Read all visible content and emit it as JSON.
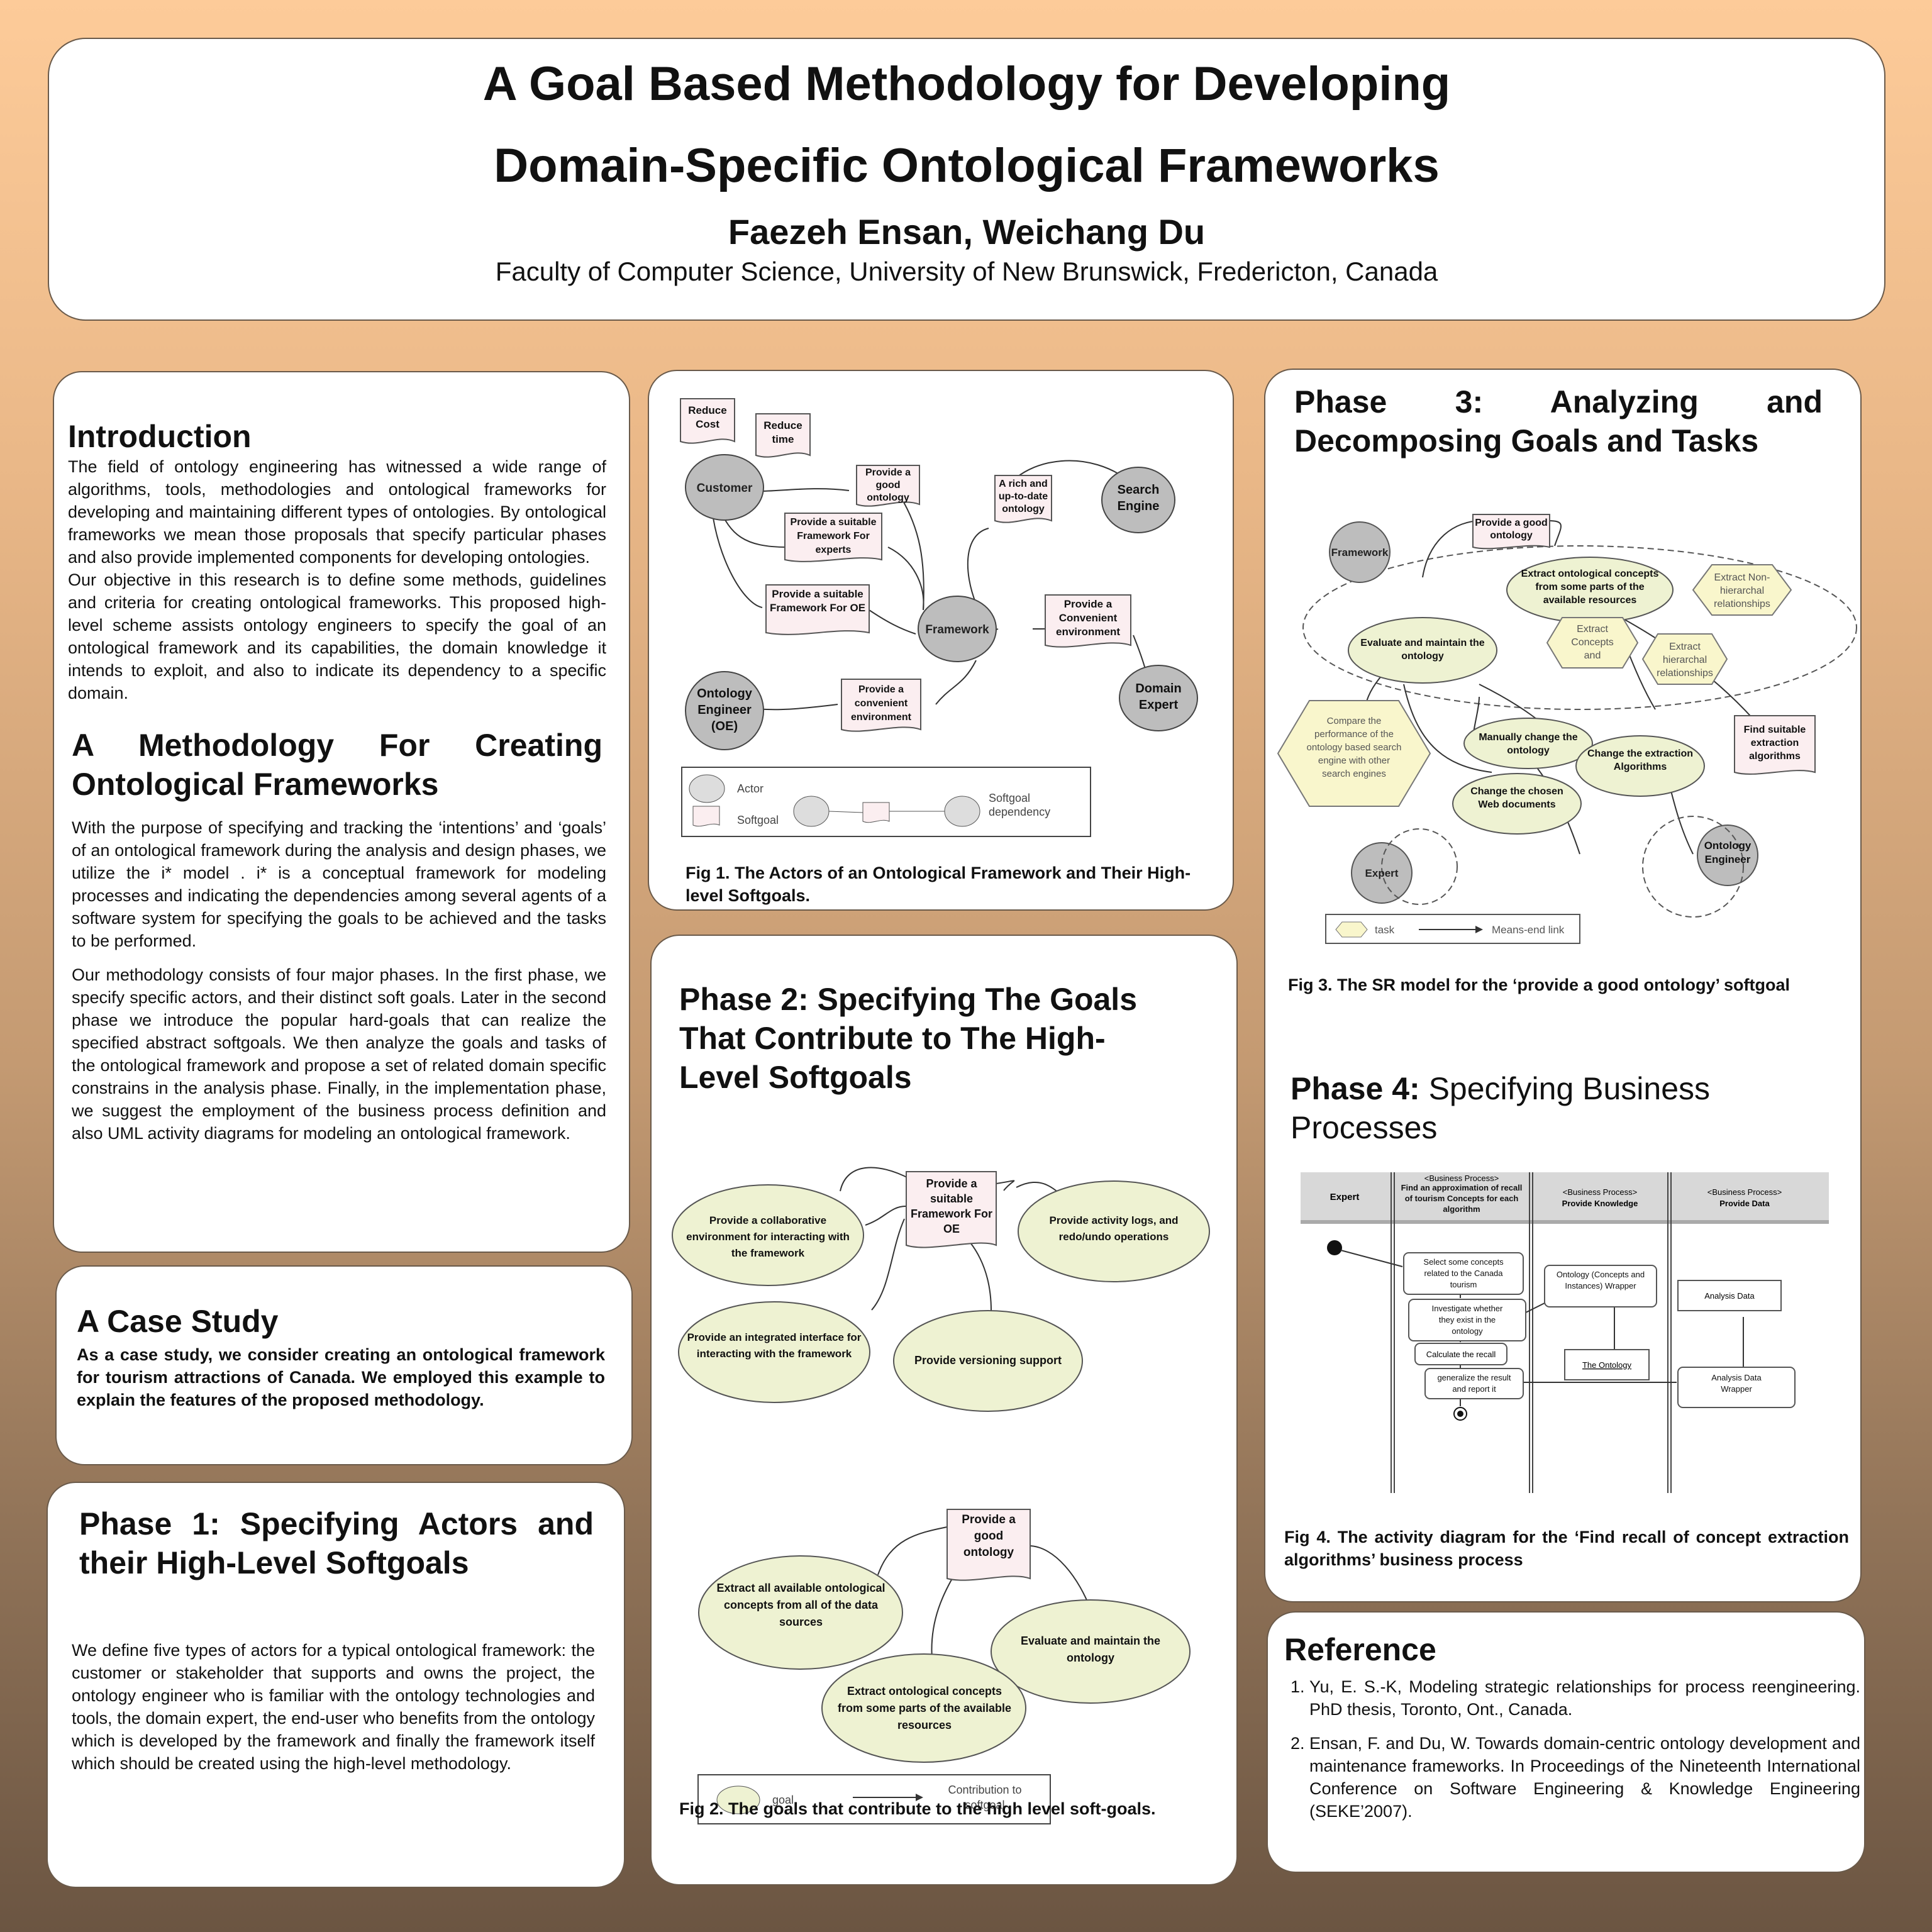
{
  "header": {
    "title_line1": "A Goal Based Methodology for Developing",
    "title_line2": "Domain-Specific Ontological Frameworks",
    "authors": "Faezeh Ensan, Weichang Du",
    "affiliation": "Faculty of Computer Science, University of New Brunswick, Fredericton, Canada"
  },
  "intro": {
    "heading": "Introduction",
    "p1": "The field of ontology engineering has witnessed a wide range of algorithms, tools, methodologies and ontological frameworks for developing and maintaining different types of ontologies. By ontological frameworks we mean those proposals that specify particular phases and also provide implemented components for developing ontologies.",
    "p2": "Our objective in this research is to define some methods, guidelines and criteria for creating ontological frameworks. This proposed high-level scheme assists ontology engineers to specify the goal of an ontological framework and its capabilities, the domain knowledge it intends to exploit, and also to indicate its dependency to a specific domain."
  },
  "method": {
    "heading": "A Methodology For Creating Ontological Frameworks",
    "p1": "With the purpose of specifying and tracking the ‘intentions’ and ‘goals’ of an ontological framework during the analysis and design phases, we utilize the i* model . i* is a conceptual framework for modeling processes and indicating the dependencies among several agents of a software system for specifying the goals to be achieved and the tasks to be performed.",
    "p2": "Our methodology consists of four major phases. In the first phase, we specify specific actors, and their distinct soft goals. Later in the second phase we introduce the popular hard-goals that can realize the specified abstract softgoals. We then analyze the goals and tasks of the ontological framework and propose a set of related domain specific constrains in the analysis phase. Finally, in the implementation phase, we suggest the employment of the business process definition and also UML activity diagrams for modeling an ontological framework."
  },
  "case": {
    "heading": "A Case Study",
    "text": "As a case study, we consider creating an ontological framework for tourism attractions of Canada. We employed this example to explain the features of the proposed methodology."
  },
  "phase1": {
    "heading": "Phase 1: Specifying Actors and their High-Level Softgoals",
    "text": "We define five types of actors for a typical ontological framework: the customer or stakeholder that supports and owns the project, the ontology engineer who is familiar with the ontology technologies and tools, the domain expert, the end-user who benefits from the ontology which is developed by the framework and finally the framework itself which should be created using the high-level methodology."
  },
  "fig1": {
    "caption": "Fig 1. The Actors of an Ontological Framework and Their High-level Softgoals.",
    "actors": {
      "customer": "Customer",
      "search_engine": "Search Engine",
      "framework": "Framework",
      "domain_expert": "Domain Expert",
      "oe": "Ontology Engineer (OE)"
    },
    "softgoals": {
      "reduce_cost": "Reduce Cost",
      "reduce_time": "Reduce time",
      "good_ontology": "Provide a good ontology",
      "rich_ontology": "A rich and up-to-date ontology",
      "suitable_experts": "Provide a suitable Framework For experts",
      "suitable_oe": "Provide a suitable Framework For OE",
      "convenient_env": "Provide a Convenient environment",
      "convenient_env2": "Provide a convenient environment"
    },
    "legend": {
      "actor": "Actor",
      "softgoal": "Softgoal",
      "dependency": "Softgoal dependency"
    }
  },
  "phase2": {
    "heading": "Phase 2: Specifying The Goals That Contribute to The High-Level Softgoals",
    "caption": "Fig 2. The goals that contribute to the high level soft-goals.",
    "top": {
      "softgoal": "Provide a suitable Framework For OE",
      "g1": "Provide a collaborative environment for interacting with the framework",
      "g2": "Provide activity logs, and redo/undo operations",
      "g3": "Provide an integrated interface for interacting with the framework",
      "g4": "Provide versioning support"
    },
    "bottom": {
      "softgoal": "Provide a good ontology",
      "g1": "Extract all available ontological concepts from all of the data sources",
      "g2": "Evaluate and maintain the ontology",
      "g3": "Extract ontological concepts from some parts of the available resources"
    },
    "legend": {
      "goal": "goal",
      "contribution": "Contribution to softgoal"
    }
  },
  "phase3": {
    "heading": "Phase 3: Analyzing and Decomposing Goals and Tasks",
    "caption": "Fig 3. The SR model for the ‘provide a good ontology’ softgoal",
    "nodes": {
      "framework": "Framework",
      "good_ontology": "Provide a good ontology",
      "extract_concepts": "Extract ontological concepts from some parts of the available resources",
      "non_hier": "Extract Non-hierarchal relationships",
      "evaluate": "Evaluate and maintain the ontology",
      "extract_ci": "Extract Concepts and Instances",
      "hier": "Extract hierarchal relationships",
      "compare": "Compare the performance of the ontology based search engine with other search engines",
      "manual": "Manually change the ontology",
      "change_alg": "Change the extraction Algorithms",
      "find_alg": "Find suitable extraction algorithms",
      "change_web": "Change the chosen Web documents",
      "expert": "Expert",
      "oe": "Ontology Engineer"
    },
    "legend": {
      "task": "task",
      "link": "Means-end link"
    }
  },
  "phase4": {
    "heading_bold": "Phase 4:",
    "heading_rest": " Specifying Business Processes",
    "caption": "Fig 4. The activity diagram for the ‘Find recall of concept extraction algorithms’ business process",
    "lanes": {
      "expert": "Expert",
      "bp1": "<Business Process>",
      "bp1_name": "Find an approximation of recall of tourism Concepts for each algorithm",
      "bp2": "<Business Process>",
      "bp2_name": "Provide Knowledge",
      "bp3": "<Business Process>",
      "bp3_name": "Provide Data"
    },
    "acts": {
      "select": "Select some concepts related to the Canada tourism",
      "investigate": "Investigate whether they exist in the ontology",
      "calc": "Calculate the recall",
      "generalize": "generalize the result and report it",
      "wrapper": "Ontology (Concepts and Instances) Wrapper",
      "the_ontology": "The Ontology",
      "analysis_data": "Analysis Data",
      "analysis_wrapper": "Analysis Data Wrapper"
    }
  },
  "reference": {
    "heading": "Reference",
    "items": [
      "Yu, E. S.-K, Modeling strategic relationships for process reengineering. PhD thesis, Toronto, Ont., Canada.",
      "Ensan, F. and Du, W. Towards domain-centric ontology development and maintenance frameworks. In Proceedings of the Nineteenth International Conference on Software Engineering & Knowledge Engineering (SEKE’2007)."
    ]
  },
  "colors": {
    "goal_fill": "#eef2d2",
    "actor_fill": "#bdbdbd",
    "softgoal_fill": "#fbeef0"
  }
}
